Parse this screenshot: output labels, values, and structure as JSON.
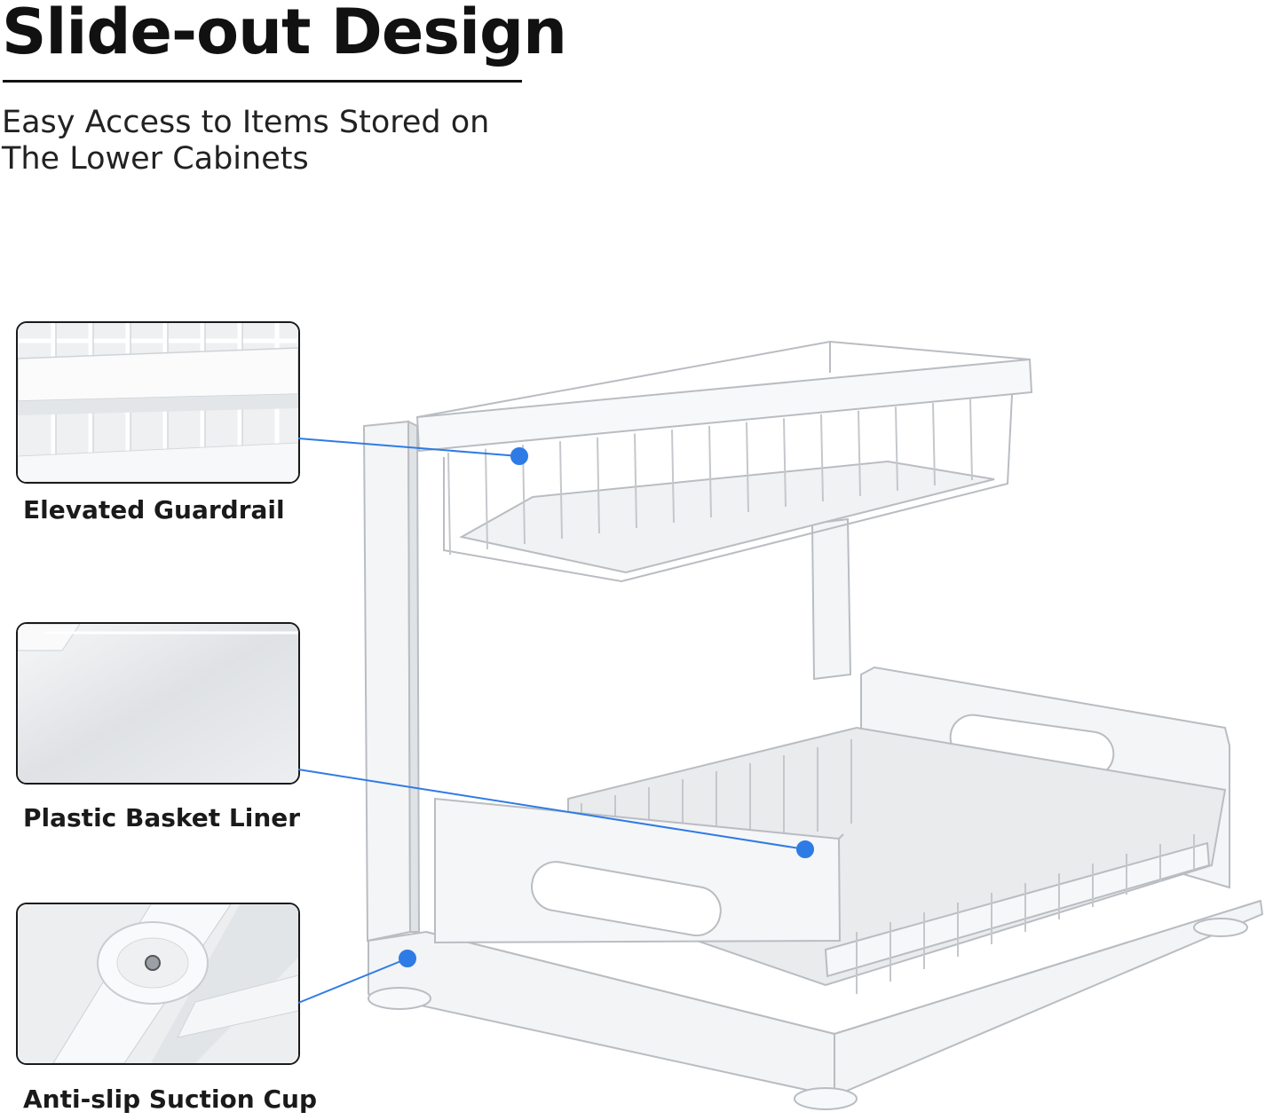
{
  "header": {
    "title": "Slide-out Design",
    "subtitle_line1": "Easy Access to Items Stored on",
    "subtitle_line2": "The Lower Cabinets"
  },
  "callouts": [
    {
      "label": "Elevated Guardrail"
    },
    {
      "label": "Plastic Basket Liner"
    },
    {
      "label": "Anti-slip Suction Cup"
    }
  ],
  "colors": {
    "pointer": "#2f7be5",
    "text": "#111111",
    "product": "#f3f4f5",
    "product_edge": "#b9bdc2"
  }
}
